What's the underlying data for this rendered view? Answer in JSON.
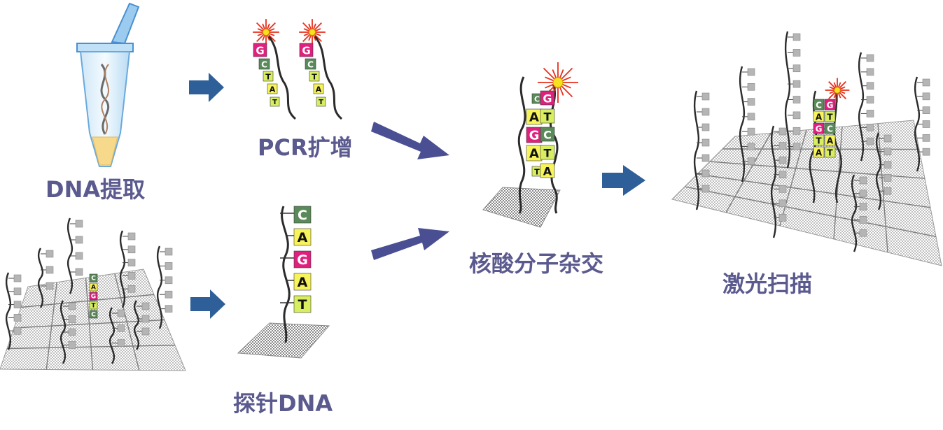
{
  "labels": {
    "extraction": "DNA提取",
    "pcr": "PCR扩增",
    "probe": "探针DNA",
    "hybridization": "核酸分子杂交",
    "scan": "激光扫描"
  },
  "sequences": {
    "pcr_strand": [
      "G",
      "C",
      "T",
      "A",
      "T"
    ],
    "probe_strand": [
      "C",
      "A",
      "G",
      "A",
      "T"
    ],
    "hybrid_left": [
      "C",
      "A",
      "G",
      "A",
      "T"
    ],
    "hybrid_right": [
      "G",
      "T",
      "C",
      "T",
      "A"
    ],
    "array_probe": [
      "C",
      "A",
      "G",
      "T",
      "C"
    ],
    "scan_left": [
      "C",
      "A",
      "G",
      "T",
      "A"
    ],
    "scan_right": [
      "G",
      "T",
      "C",
      "A",
      "T"
    ]
  },
  "colors": {
    "label_text": "#5b5a8f",
    "arrow": "#2e5f99",
    "base_G": "#e0207d",
    "base_C": "#5a8a5a",
    "base_T": "#d8ee60",
    "base_A": "#f7f35a",
    "fluorophore": "#e8301c",
    "grid": "#9a9a9a"
  },
  "icons": [
    "test-tube-icon",
    "fluorescent-tag-icon",
    "microarray-icon",
    "arrow-right-icon"
  ]
}
